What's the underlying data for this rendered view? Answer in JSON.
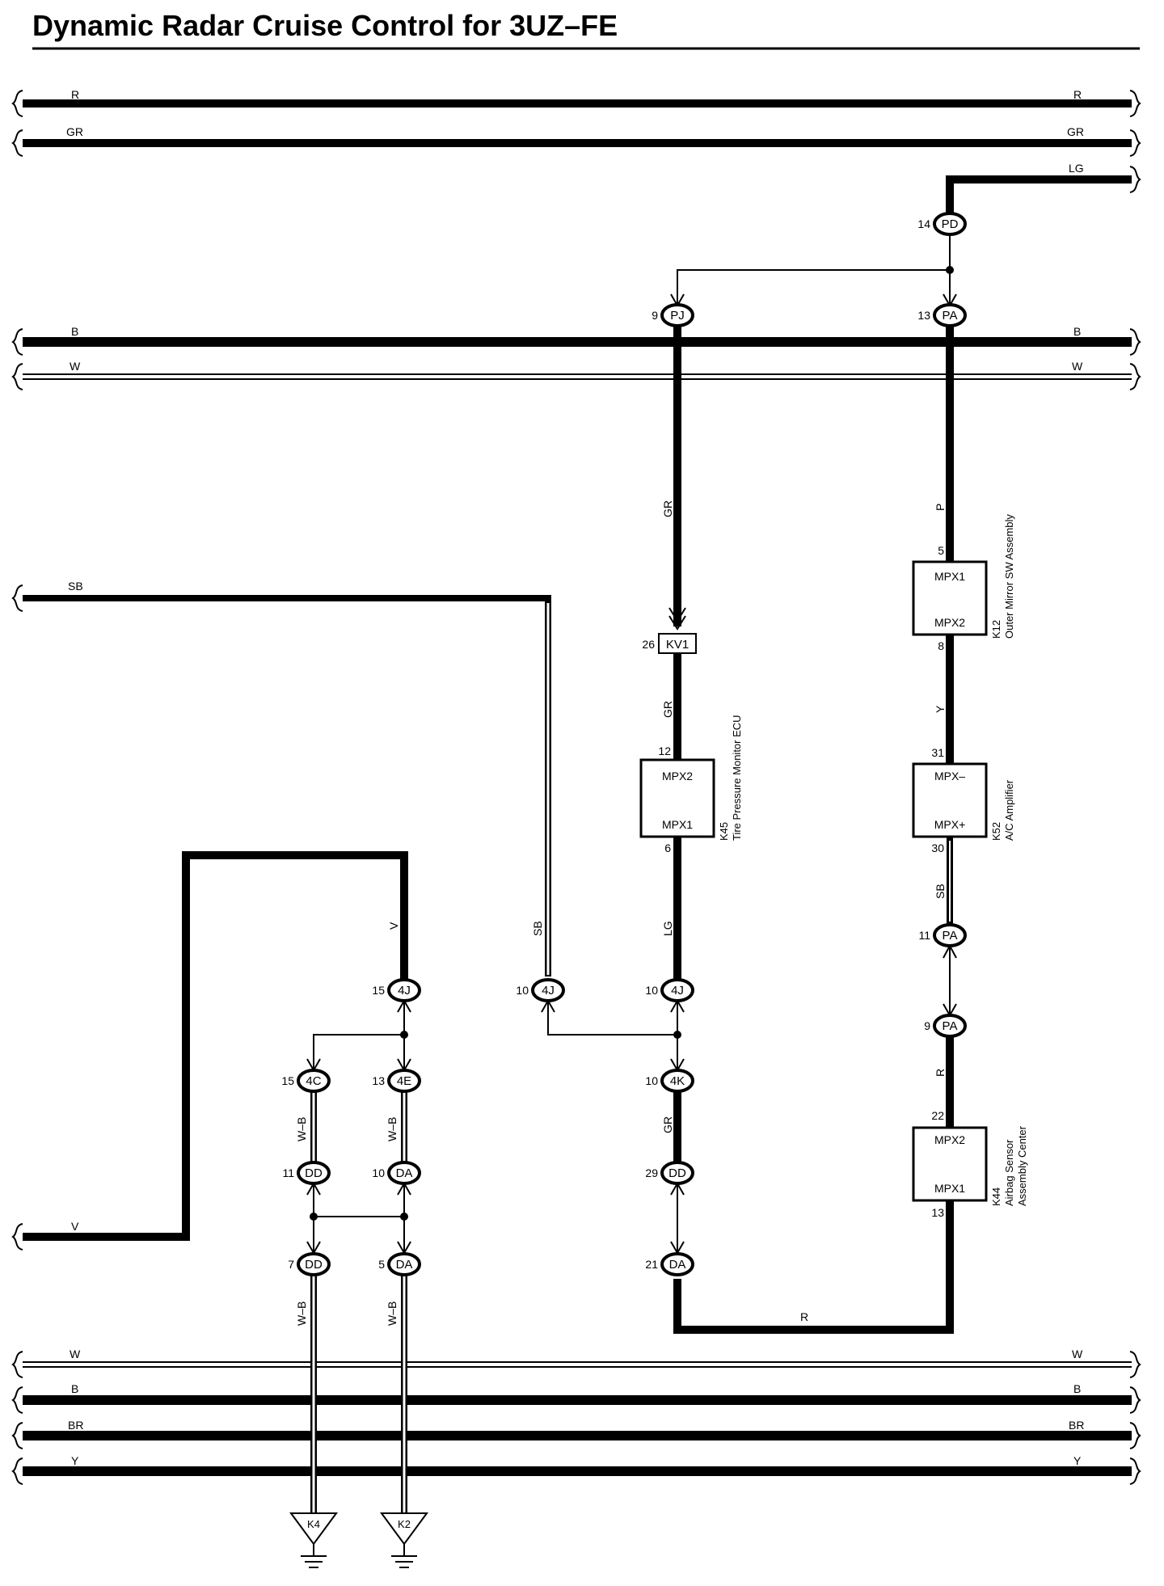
{
  "title": "Dynamic Radar Cruise Control for 3UZ–FE",
  "buses": {
    "r": "R",
    "gr": "GR",
    "lg": "LG",
    "b": "B",
    "w": "W",
    "sb": "SB",
    "v": "V",
    "w2": "W",
    "b2": "B",
    "br": "BR",
    "y": "Y"
  },
  "wires": {
    "gr_kv1": "GR",
    "gr_k45": "GR",
    "lg_k45": "LG",
    "p_k12": "P",
    "y_k12": "Y",
    "sb_k52": "SB",
    "r_pa": "R",
    "sb_4j": "SB",
    "v_4j": "V",
    "wb_4c": "W–B",
    "wb_4e": "W–B",
    "gr_4k": "GR",
    "wb_dd7": "W–B",
    "wb_da5": "W–B",
    "r_bottom": "R"
  },
  "connectors": {
    "pd": {
      "code": "PD",
      "pin": "14"
    },
    "pj": {
      "code": "PJ",
      "pin": "9"
    },
    "pa13": {
      "code": "PA",
      "pin": "13"
    },
    "pa11": {
      "code": "PA",
      "pin": "11"
    },
    "pa9": {
      "code": "PA",
      "pin": "9"
    },
    "j4_15": {
      "code": "4J",
      "pin": "15"
    },
    "j4_10a": {
      "code": "4J",
      "pin": "10"
    },
    "j4_10b": {
      "code": "4J",
      "pin": "10"
    },
    "c4": {
      "code": "4C",
      "pin": "15"
    },
    "e4": {
      "code": "4E",
      "pin": "13"
    },
    "k4": {
      "code": "4K",
      "pin": "10"
    },
    "dd11": {
      "code": "DD",
      "pin": "11"
    },
    "da10": {
      "code": "DA",
      "pin": "10"
    },
    "dd29": {
      "code": "DD",
      "pin": "29"
    },
    "dd7": {
      "code": "DD",
      "pin": "7"
    },
    "da5": {
      "code": "DA",
      "pin": "5"
    },
    "da21": {
      "code": "DA",
      "pin": "21"
    }
  },
  "kv1": {
    "code": "KV1",
    "pin": "26"
  },
  "components": {
    "k45": {
      "id": "K45",
      "name": "Tire Pressure Monitor ECU",
      "top": "MPX2",
      "bottom": "MPX1",
      "pin_top": "12",
      "pin_bottom": "6"
    },
    "k12": {
      "id": "K12",
      "name": "Outer Mirror SW Assembly",
      "top": "MPX1",
      "bottom": "MPX2",
      "pin_top": "5",
      "pin_bottom": "8"
    },
    "k52": {
      "id": "K52",
      "name": "A/C Amplifier",
      "top": "MPX–",
      "bottom": "MPX+",
      "pin_top": "31",
      "pin_bottom": "30"
    },
    "k44": {
      "id": "K44",
      "name1": "Airbag Sensor",
      "name2": "Assembly Center",
      "top": "MPX2",
      "bottom": "MPX1",
      "pin_top": "22",
      "pin_bottom": "13"
    }
  },
  "grounds": {
    "k4": "K4",
    "k2": "K2"
  }
}
